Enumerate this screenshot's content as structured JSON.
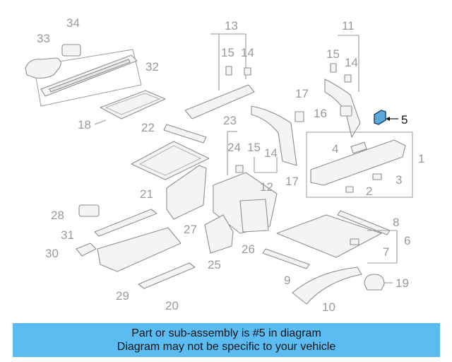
{
  "callouts": [
    {
      "id": "34",
      "label": "34"
    },
    {
      "id": "33",
      "label": "33"
    },
    {
      "id": "32",
      "label": "32"
    },
    {
      "id": "13",
      "label": "13"
    },
    {
      "id": "15a",
      "label": "15"
    },
    {
      "id": "14a",
      "label": "14"
    },
    {
      "id": "11",
      "label": "11"
    },
    {
      "id": "15b",
      "label": "15"
    },
    {
      "id": "14b",
      "label": "14"
    },
    {
      "id": "17a",
      "label": "17"
    },
    {
      "id": "16",
      "label": "16"
    },
    {
      "id": "5",
      "label": "5"
    },
    {
      "id": "18",
      "label": "18"
    },
    {
      "id": "22",
      "label": "22"
    },
    {
      "id": "23",
      "label": "23"
    },
    {
      "id": "24",
      "label": "24"
    },
    {
      "id": "15c",
      "label": "15"
    },
    {
      "id": "14c",
      "label": "14"
    },
    {
      "id": "4",
      "label": "4"
    },
    {
      "id": "1",
      "label": "1"
    },
    {
      "id": "3",
      "label": "3"
    },
    {
      "id": "2",
      "label": "2"
    },
    {
      "id": "12",
      "label": "12"
    },
    {
      "id": "17b",
      "label": "17"
    },
    {
      "id": "21",
      "label": "21"
    },
    {
      "id": "28",
      "label": "28"
    },
    {
      "id": "31",
      "label": "31"
    },
    {
      "id": "27",
      "label": "27"
    },
    {
      "id": "26",
      "label": "26"
    },
    {
      "id": "8",
      "label": "8"
    },
    {
      "id": "6",
      "label": "6"
    },
    {
      "id": "7",
      "label": "7"
    },
    {
      "id": "30",
      "label": "30"
    },
    {
      "id": "25",
      "label": "25"
    },
    {
      "id": "9",
      "label": "9"
    },
    {
      "id": "29",
      "label": "29"
    },
    {
      "id": "19",
      "label": "19"
    },
    {
      "id": "20",
      "label": "20"
    },
    {
      "id": "10",
      "label": "10"
    }
  ],
  "highlighted_part": "5",
  "colors": {
    "highlight_fill": "#5aa9d8",
    "banner": "#5bbcf2",
    "callout_text": "#9a9a9a"
  },
  "banner": {
    "line1": "Part or sub-assembly is #5 in diagram",
    "line2": "Diagram may not be specific to your vehicle"
  }
}
